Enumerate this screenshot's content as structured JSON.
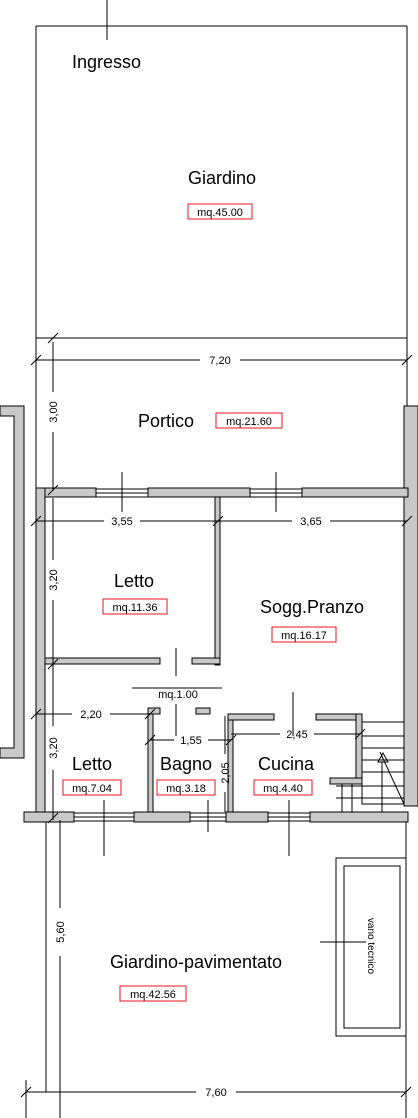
{
  "rooms": {
    "ingresso": "Ingresso",
    "giardino": "Giardino",
    "portico": "Portico",
    "letto1": "Letto",
    "sogg_pranzo": "Sogg.Pranzo",
    "letto2": "Letto",
    "bagno": "Bagno",
    "cucina": "Cucina",
    "giardino_pav": "Giardino-pavimentato",
    "vano_tecnico": "vano tecnico"
  },
  "areas": {
    "giardino": "mq.45.00",
    "portico": "mq.21.60",
    "letto1": "mq.11.36",
    "sogg_pranzo": "mq.16.17",
    "disimpegno": "mq.1.00",
    "letto2": "mq.7.04",
    "bagno": "mq.3.18",
    "cucina": "mq.4.40",
    "giardino_pav": "mq.42.56"
  },
  "dimensions": {
    "w_top": "7,20",
    "h_portico": "3,00",
    "w_letto1": "3,55",
    "w_sogg": "3,65",
    "h_letto1": "3,20",
    "w_letto2": "2,20",
    "w_bagno": "1,55",
    "w_cucina": "2,45",
    "h_letto2": "3,20",
    "h_bagno": "2,05",
    "h_giardino_pav": "5,60",
    "w_bottom": "7,60"
  },
  "colors": {
    "area_box_border": "#e8141e",
    "wall_fill": "#c8c8c8"
  }
}
